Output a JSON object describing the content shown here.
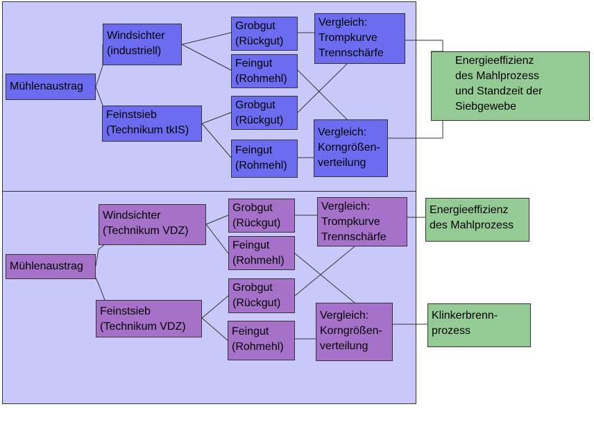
{
  "top": {
    "source": [
      "Mühlenaustrag"
    ],
    "classifier_a": [
      "Windsichter",
      "(industriell)"
    ],
    "classifier_b": [
      "Feinstsieb",
      "(Technikum tkIS)"
    ],
    "coarse_a": [
      "Grobgut",
      "(Rückgut)"
    ],
    "fine_a": [
      "Feingut",
      "(Rohmehl)"
    ],
    "coarse_b": [
      "Grobgut",
      "(Rückgut)"
    ],
    "fine_b": [
      "Feingut",
      "(Rohmehl)"
    ],
    "compare_tromp": [
      "Vergleich:",
      "Trompkurve",
      "Trennschärfe"
    ],
    "compare_psd": [
      "Vergleich:",
      "Korngrößen-",
      "verteilung"
    ],
    "result": [
      "Energieeffizienz",
      "des Mahlprozess",
      "und Standzeit der",
      "Siebgewebe"
    ]
  },
  "bottom": {
    "source": [
      "Mühlenaustrag"
    ],
    "classifier_a": [
      "Windsichter",
      "(Technikum VDZ)"
    ],
    "classifier_b": [
      "Feinstsieb",
      "(Technikum VDZ)"
    ],
    "coarse_a": [
      "Grobgut",
      "(Rückgut)"
    ],
    "fine_a": [
      "Feingut",
      "(Rohmehl)"
    ],
    "coarse_b": [
      "Grobgut",
      "(Rückgut)"
    ],
    "fine_b": [
      "Feingut",
      "(Rohmehl)"
    ],
    "compare_tromp": [
      "Vergleich:",
      "Trompkurve",
      "Trennschärfe"
    ],
    "compare_psd": [
      "Vergleich:",
      "Korngrößen-",
      "verteilung"
    ],
    "result_energy": [
      "Energieeffizienz",
      "des Mahlprozess"
    ],
    "result_clinker": [
      "Klinkerbrenn-",
      "prozess"
    ]
  },
  "colors": {
    "panel": "#c8c8fa",
    "box_top": "#6c6cf0",
    "box_bottom": "#a671c8",
    "box_result": "#94cb94"
  }
}
